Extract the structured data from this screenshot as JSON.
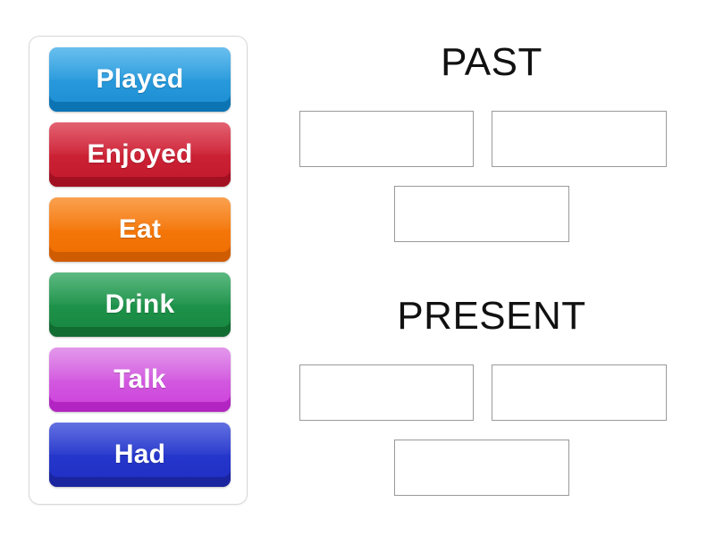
{
  "activity": {
    "type": "group-sort-drag-and-drop",
    "background_color": "#ffffff"
  },
  "word_bank": {
    "name": "word-bank",
    "border_color": "#d8d8d8",
    "tiles": [
      {
        "label": "Played",
        "color_top": "#35a8e8",
        "color_bottom": "#1b8cd0",
        "lip": "#0d74b4"
      },
      {
        "label": "Enjoyed",
        "color_top": "#d92b3f",
        "color_bottom": "#c0182b",
        "lip": "#a21122"
      },
      {
        "label": "Eat",
        "color_top": "#f98012",
        "color_bottom": "#ef6d00",
        "lip": "#cf5c00"
      },
      {
        "label": "Drink",
        "color_top": "#23a055",
        "color_bottom": "#18853f",
        "lip": "#116c32"
      },
      {
        "label": "Talk",
        "color_top": "#d974e4",
        "color_bottom": "#cc3fdb",
        "lip": "#b225c2"
      },
      {
        "label": "Had",
        "color_top": "#2c3fd6",
        "color_bottom": "#1f2ec2",
        "lip": "#1a259f"
      }
    ]
  },
  "categories": [
    {
      "title": "PAST",
      "drop_zones": [
        {
          "name": "past-drop-zone-1",
          "value": ""
        },
        {
          "name": "past-drop-zone-2",
          "value": ""
        },
        {
          "name": "past-drop-zone-3",
          "value": ""
        }
      ]
    },
    {
      "title": "PRESENT",
      "drop_zones": [
        {
          "name": "present-drop-zone-1",
          "value": ""
        },
        {
          "name": "present-drop-zone-2",
          "value": ""
        },
        {
          "name": "present-drop-zone-3",
          "value": ""
        }
      ]
    }
  ]
}
